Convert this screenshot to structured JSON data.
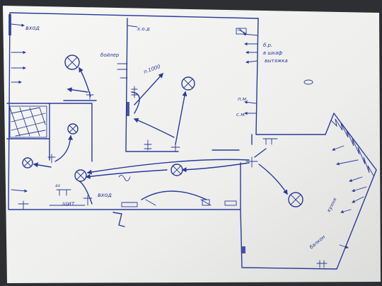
{
  "labels": {
    "top_left_entry": "вход",
    "top_center": "х.о.д",
    "boiler_left": "бойлер",
    "n_label": "п.1000",
    "right_labels": [
      "б.р.",
      "в шкаф",
      "вытяжка"
    ],
    "mid_right_1": "п.м.",
    "mid_right_2": "с.м.",
    "bottom_shield": "щит",
    "bottom_entry": "вход",
    "bottom_small": "аз",
    "right_lower_1": "кухня",
    "right_lower_2": "балкон"
  },
  "colors": {
    "ink": "#2a3a9a",
    "paper": "#f3f3f1",
    "background": "#2d2f33"
  }
}
